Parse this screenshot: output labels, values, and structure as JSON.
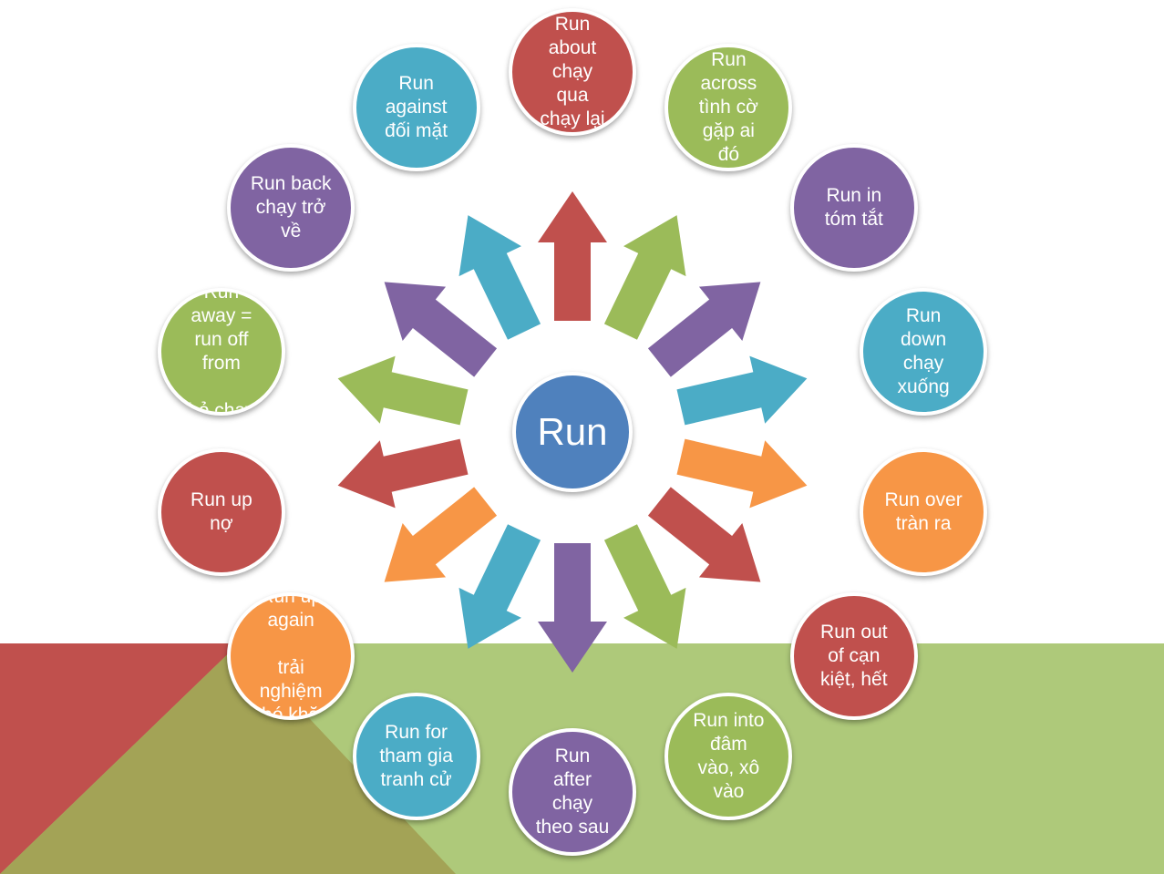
{
  "colors": {
    "red": "#c0504d",
    "green": "#9bbb59",
    "purple": "#8064a2",
    "teal": "#4bacc6",
    "orange": "#f79646",
    "blue": "#4f81bd",
    "bg_green": "#aec97a",
    "bg_red": "#c0504d",
    "bg_olive": "#a3a356"
  },
  "center": {
    "label": "Run",
    "color": "blue"
  },
  "arrows": [
    "red",
    "green",
    "purple",
    "teal",
    "orange",
    "red",
    "green",
    "purple",
    "teal",
    "orange",
    "red",
    "green",
    "purple",
    "teal"
  ],
  "nodes": [
    {
      "label": "Run\nabout\nchạy\nqua\nchạy lại",
      "color": "red"
    },
    {
      "label": "Run\nacross\ntình cờ\ngặp ai\nđó",
      "color": "green"
    },
    {
      "label": "Run in\ntóm tắt",
      "color": "purple"
    },
    {
      "label": "Run\ndown\nchạy\nxuống",
      "color": "teal"
    },
    {
      "label": "Run over\ntràn ra",
      "color": "orange"
    },
    {
      "label": "Run out\nof cạn\nkiệt, hết",
      "color": "red"
    },
    {
      "label": "Run into\nđâm\nvào, xô\nvào",
      "color": "green"
    },
    {
      "label": "Run\nafter\nchạy\ntheo sau",
      "color": "purple"
    },
    {
      "label": "Run for\ntham gia\ntranh cử",
      "color": "teal"
    },
    {
      "label": "Run up\nagain\n\ntrải\nnghiệm\nkhó khăn",
      "color": "orange"
    },
    {
      "label": "Run up\nnợ",
      "color": "red"
    },
    {
      "label": "Run\naway =\nrun off\nfrom\n\nbỏ chạy",
      "color": "green"
    },
    {
      "label": "Run back\nchạy trở\nvề",
      "color": "purple"
    },
    {
      "label": "Run\nagainst\nđối mặt",
      "color": "teal"
    }
  ]
}
